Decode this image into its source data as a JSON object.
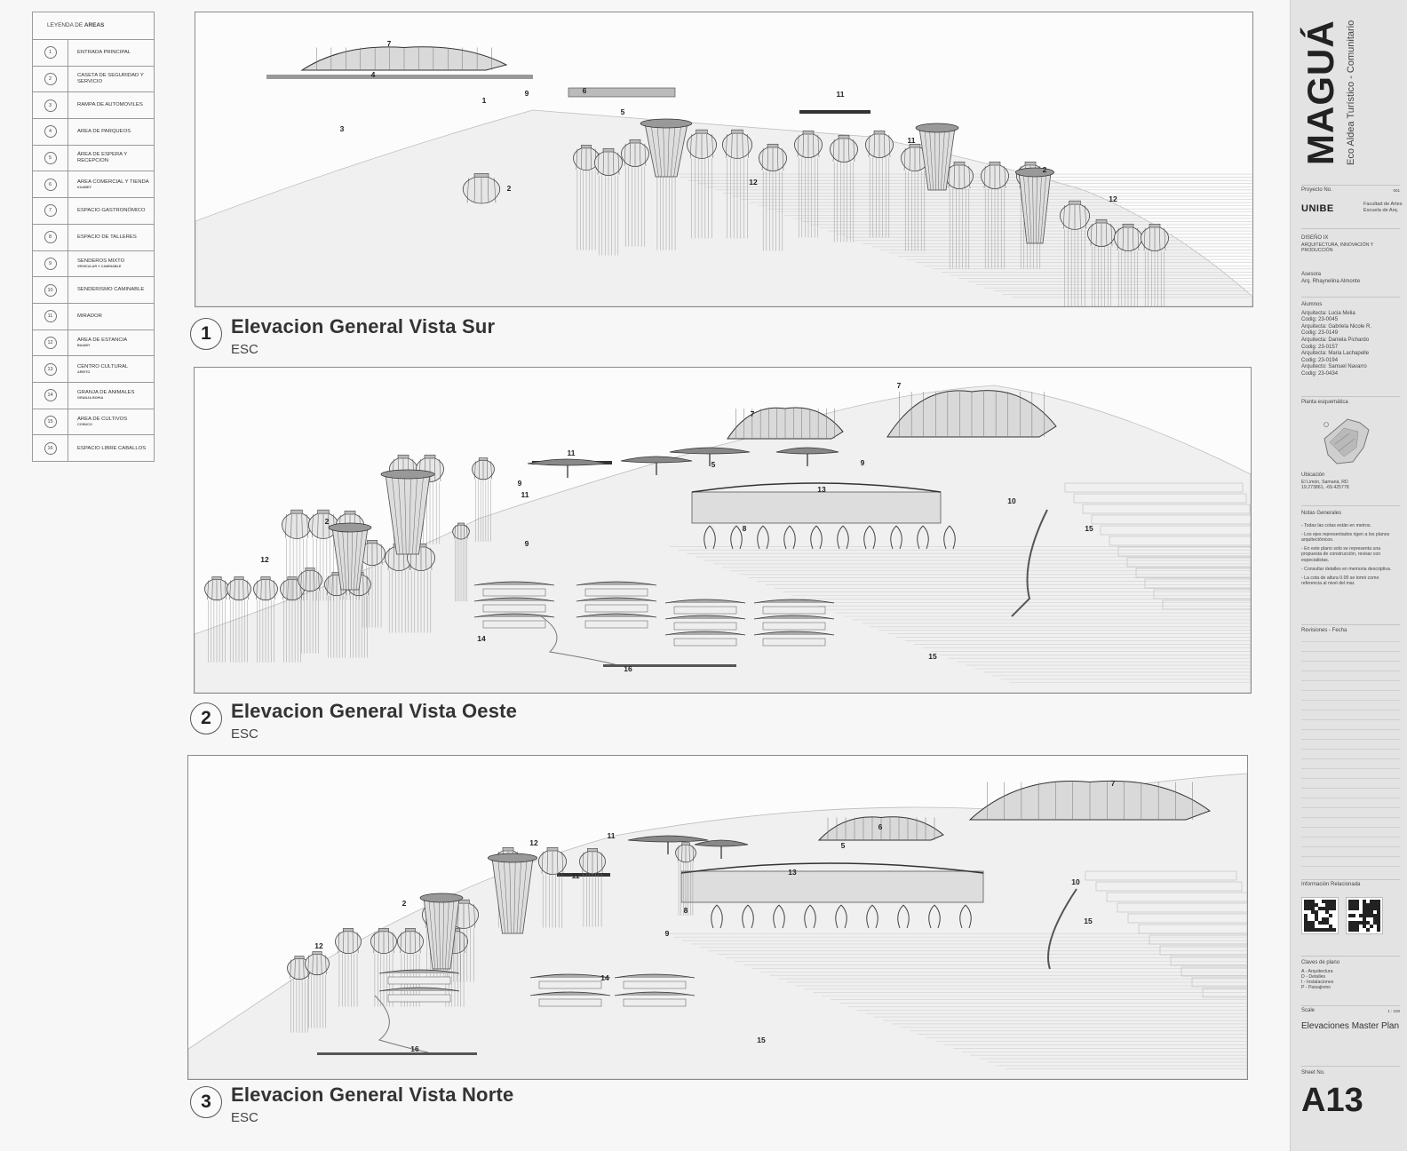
{
  "legend": {
    "title_prefix": "LEYENDA DE ",
    "title_bold": "AREAS",
    "items": [
      {
        "num": "1",
        "label": "ENTRADA PRINCIPAL",
        "sub": ""
      },
      {
        "num": "2",
        "label": "CASETA DE SEGURIDAD Y SERVICIO",
        "sub": ""
      },
      {
        "num": "3",
        "label": "RAMPA DE AUTOMOVILES",
        "sub": ""
      },
      {
        "num": "4",
        "label": "AREA DE PARQUEOS",
        "sub": ""
      },
      {
        "num": "5",
        "label": "ÁREA DE ESPERA Y RECEPCION",
        "sub": ""
      },
      {
        "num": "6",
        "label": "AREA COMERCIAL Y TIENDA",
        "sub": "KUABEY"
      },
      {
        "num": "7",
        "label": "ESPACIO GASTRONÓMICO",
        "sub": ""
      },
      {
        "num": "8",
        "label": "ESPACIO DE TALLERES",
        "sub": ""
      },
      {
        "num": "9",
        "label": "SENDEROS MIXTO",
        "sub": "VEHICULAR Y CAMINABLE"
      },
      {
        "num": "10",
        "label": "SENDERISMO CAMINABLE",
        "sub": ""
      },
      {
        "num": "11",
        "label": "MIRADOR",
        "sub": ""
      },
      {
        "num": "12",
        "label": "AREA DE ESTANCIA",
        "sub": "BAIABY"
      },
      {
        "num": "13",
        "label": "CENTRO CULTURAL",
        "sub": "AREITO"
      },
      {
        "num": "14",
        "label": "GRANJA DE ANIMALES",
        "sub": "GRANJA BOHIA"
      },
      {
        "num": "15",
        "label": "AREA DE CULTIVOS",
        "sub": "CONUCO"
      },
      {
        "num": "16",
        "label": "ESPACIO LIBRE CABALLOS",
        "sub": ""
      }
    ]
  },
  "views": [
    {
      "num": "1",
      "title": "Elevacion General Vista Sur",
      "scale": "ESC",
      "labels": [
        "7",
        "4",
        "1",
        "9",
        "6",
        "5",
        "3",
        "11",
        "11",
        "2",
        "2",
        "12",
        "12"
      ]
    },
    {
      "num": "2",
      "title": "Elevacion General Vista Oeste",
      "scale": "ESC",
      "labels": [
        "7",
        "7",
        "11",
        "5",
        "9",
        "9",
        "11",
        "13",
        "10",
        "15",
        "2",
        "12",
        "8",
        "9",
        "14",
        "16",
        "15"
      ]
    },
    {
      "num": "3",
      "title": "Elevacion General Vista Norte",
      "scale": "ESC",
      "labels": [
        "7",
        "6",
        "5",
        "12",
        "11",
        "11",
        "13",
        "10",
        "2",
        "8",
        "9",
        "15",
        "12",
        "14",
        "15",
        "16"
      ]
    }
  ],
  "sidebar": {
    "brand": "MAGUÁ",
    "tagline": "Eco Aldea Turístico - Comunitario",
    "project_label": "Proyecto No.",
    "project_value": "001",
    "university": "UNIBE",
    "faculty": "Facultad de Artes Escuela de Arq.",
    "course": "DISEÑO IX",
    "course_sub": "ARQUITECTURA, INNOVACIÓN Y PRODUCCIÓN",
    "advisor_label": "Asesora",
    "advisor": "Arq. Rhaynelina Almonte",
    "students_label": "Alumnos",
    "students": [
      "Arquitecta: Lucia Melia",
      "Codig: 23-0045",
      "Arquitecta: Gabriela Nicole R.",
      "Codig: 23-0149",
      "Arquitecta: Daniela Pichardo",
      "Codig: 23-0157",
      "Arquitecta: Maria Lachapelle",
      "Codig: 23-0194",
      "Arquitecto: Samuel Navarro",
      "Codig: 23-0434"
    ],
    "plan_label": "Planta esquemática",
    "location_label": "Ubicación",
    "location": [
      "El Limón, Samaná, RD",
      "19.273861, -69.425778"
    ],
    "notes_label": "Notas Generales",
    "notes": [
      "- Todas las cotas están en metros.",
      "- Los ejes representados rigen a los planos arquitectónicos.",
      "- En este plano solo se representa una propuesta de construcción, revisar con especialistas.",
      "- Consultar detalles en memoria descriptiva.",
      "- La cota de altura 0.00 se tomó como referencia al nivel del mar."
    ],
    "revisions_label": "Revisiones - Fecha",
    "related_label": "Información Relacionada",
    "keys_label": "Claves de plano",
    "keys": [
      "A - Arquitectura",
      "D - Detalles",
      "I - Instalaciones",
      "P - Paisajismo"
    ],
    "scale_label": "Scale",
    "scale_value": "1 : 100",
    "sheet_title": "Elevaciones Master Plan",
    "sheet_label": "Sheet No.",
    "sheet_no": "A13"
  }
}
